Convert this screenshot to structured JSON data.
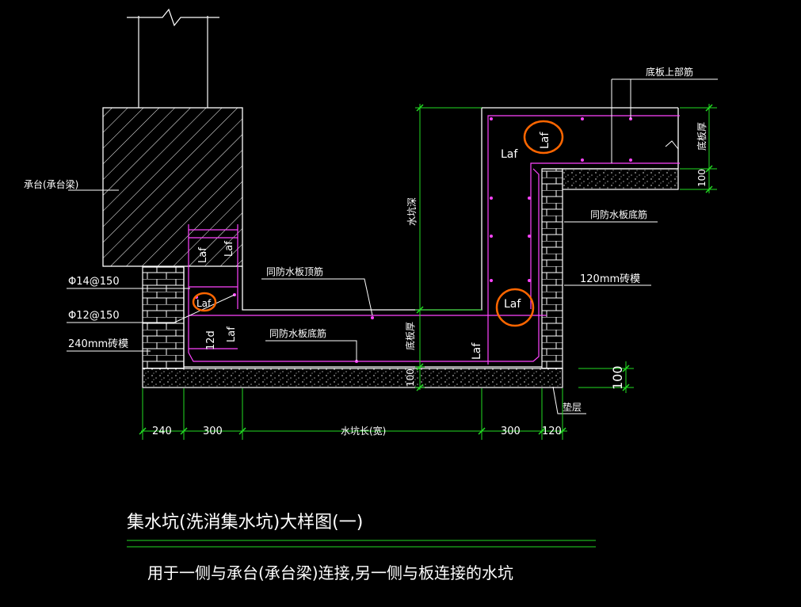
{
  "colors": {
    "background": "#000000",
    "outline": "#ffffff",
    "rebar": "#ff44ff",
    "dimension": "#22dd22",
    "highlight": "#ff6600",
    "text": "#ffffff"
  },
  "labels": {
    "cap": "承台(承台梁)",
    "rebar_top_slab": "底板上部筋",
    "slab_thickness": "底板厚",
    "dim_100_right": "100",
    "pit_depth": "水坑深",
    "same_slab_bottom_right": "同防水板底筋",
    "brick_120": "120mm砖模",
    "same_slab_top": "同防水板顶筋",
    "same_slab_bottom": "同防水板底筋",
    "bottom_thickness": "底板厚",
    "dim_100_bottom": "100",
    "dim_100_far_right": "100",
    "cushion": "垫层",
    "phi14": "Φ14@150",
    "phi12": "Φ12@150",
    "brick_240": "240mm砖模",
    "laf_cap_1": "Laf",
    "laf_cap_2": "Laf",
    "laf_circled_left": "Laf",
    "d12": "12d",
    "laf_left_lower": "Laf",
    "laf_circled_top": "Laf",
    "laf_right_top": "Laf",
    "laf_circled_right": "Laf",
    "laf_right_lower": "Laf"
  },
  "dimensions": {
    "d240": "240",
    "d300_left": "300",
    "pit_width": "水坑长(宽)",
    "d300_right": "300",
    "d120": "120"
  },
  "title": {
    "main": "集水坑(洗消集水坑)大样图(一)",
    "subtitle": "用于一侧与承台(承台梁)连接,另一侧与板连接的水坑"
  }
}
